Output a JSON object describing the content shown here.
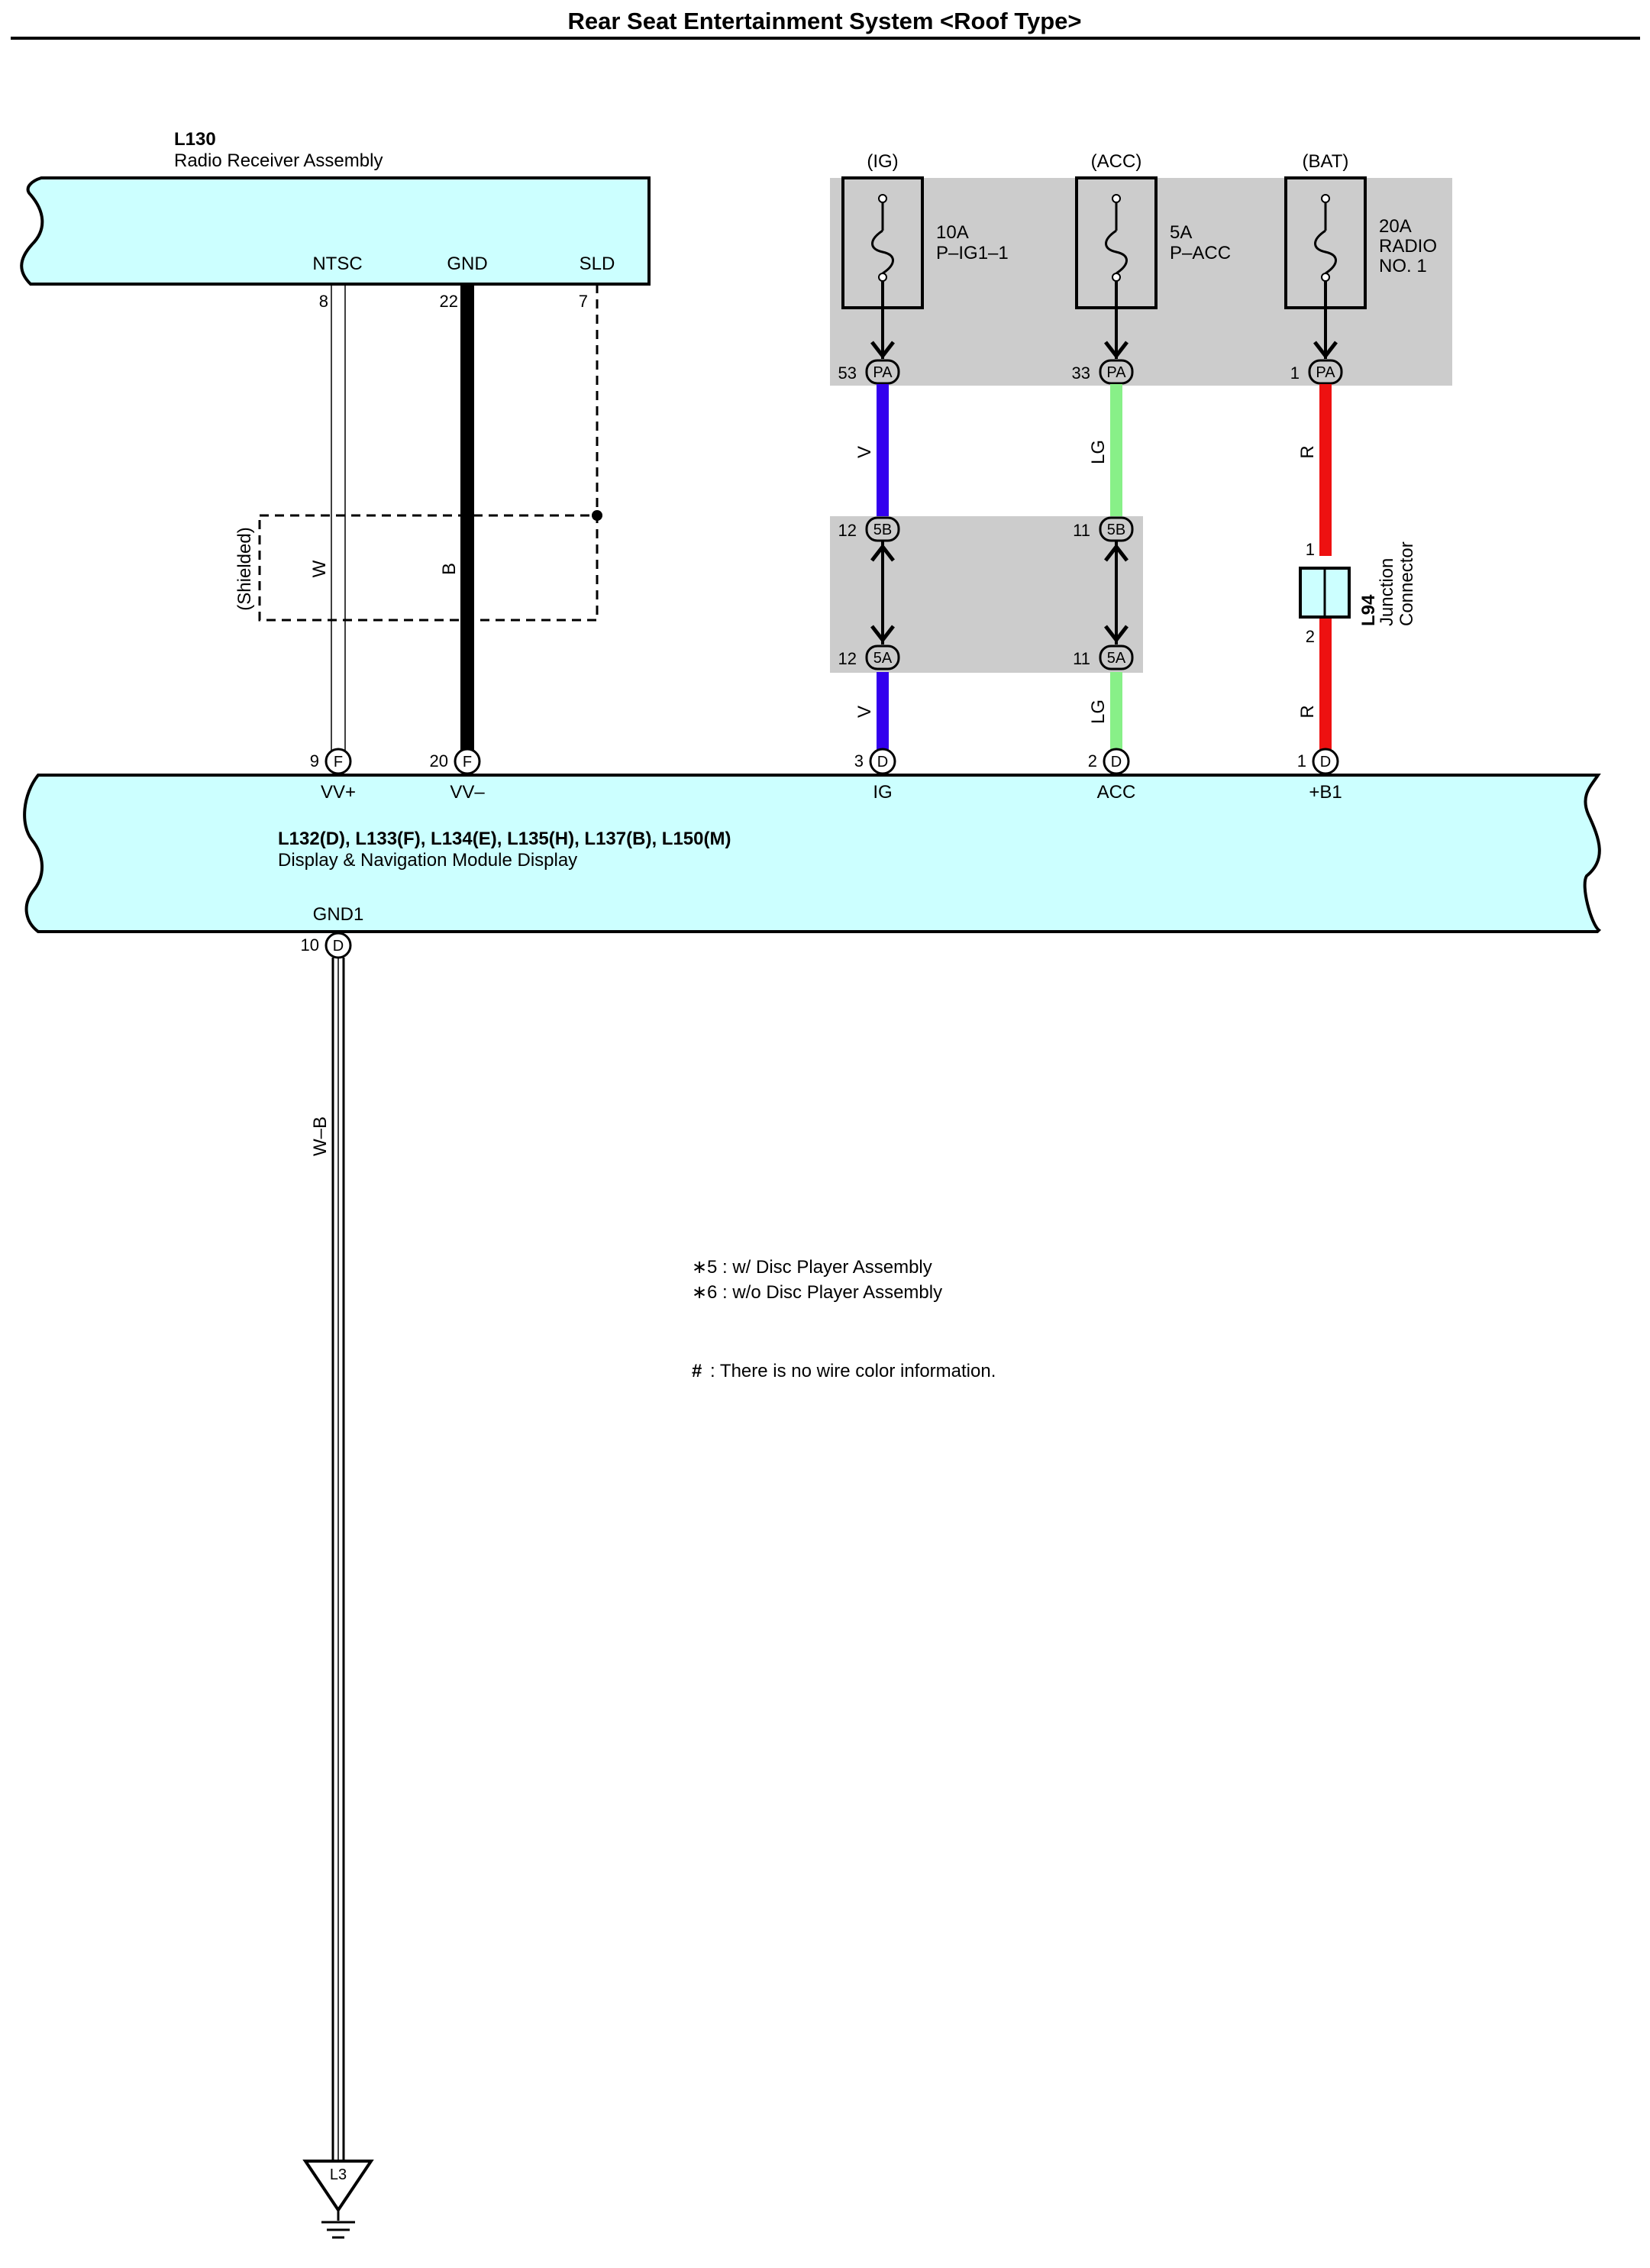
{
  "title": "Rear Seat Entertainment System <Roof Type>",
  "colors": {
    "component_fill": "#ccffff",
    "fuse_block_fill": "#cccccc",
    "wire_V": "#3300ee",
    "wire_LG": "#88f088",
    "wire_R": "#ee1111",
    "wire_B": "#000000"
  },
  "radio_receiver": {
    "code": "L130",
    "name": "Radio Receiver Assembly",
    "terminals": [
      {
        "label": "NTSC",
        "pin": "8"
      },
      {
        "label": "GND",
        "pin": "22"
      },
      {
        "label": "SLD",
        "pin": "7"
      }
    ],
    "shielded_label": "(Shielded)"
  },
  "fuses": [
    {
      "source": "(IG)",
      "rating": "10A",
      "name": "P–IG1–1",
      "pin": "53",
      "connector": "PA"
    },
    {
      "source": "(ACC)",
      "rating": "5A",
      "name": "P–ACC",
      "pin": "33",
      "connector": "PA"
    },
    {
      "source": "(BAT)",
      "rating": "20A",
      "name": "RADIO",
      "name2": "NO. 1",
      "pin": "1",
      "connector": "PA"
    }
  ],
  "wires": {
    "ntsc": "W",
    "gnd": "B",
    "ig_upper": "V",
    "ig_lower": "V",
    "acc_upper": "LG",
    "acc_lower": "LG",
    "bat_upper": "R",
    "bat_lower": "R",
    "ground": "W–B"
  },
  "splice_connectors": [
    {
      "pin_top": "12",
      "conn_top": "5B",
      "pin_bottom": "12",
      "conn_bottom": "5A"
    },
    {
      "pin_top": "11",
      "conn_top": "5B",
      "pin_bottom": "11",
      "conn_bottom": "5A"
    }
  ],
  "junction_connector": {
    "code": "L94",
    "name_line1": "Junction",
    "name_line2": "Connector",
    "pin_top": "1",
    "pin_bottom": "2"
  },
  "display_module": {
    "codes": "L132(D), L133(F), L134(E), L135(H), L137(B), L150(M)",
    "name": "Display & Navigation Module Display",
    "terminals": [
      {
        "label": "VV+",
        "pin": "9",
        "connector": "F"
      },
      {
        "label": "VV–",
        "pin": "20",
        "connector": "F"
      },
      {
        "label": "IG",
        "pin": "3",
        "connector": "D"
      },
      {
        "label": "ACC",
        "pin": "2",
        "connector": "D"
      },
      {
        "label": "+B1",
        "pin": "1",
        "connector": "D"
      }
    ],
    "ground_terminal": {
      "label": "GND1",
      "pin": "10",
      "connector": "D"
    }
  },
  "ground_point": "L3",
  "notes": [
    {
      "mark": "∗",
      "text": "5 : w/ Disc Player Assembly"
    },
    {
      "mark": "∗",
      "text": "6 : w/o Disc Player Assembly"
    },
    {
      "mark": "#",
      "text": ": There is no wire color information."
    }
  ]
}
